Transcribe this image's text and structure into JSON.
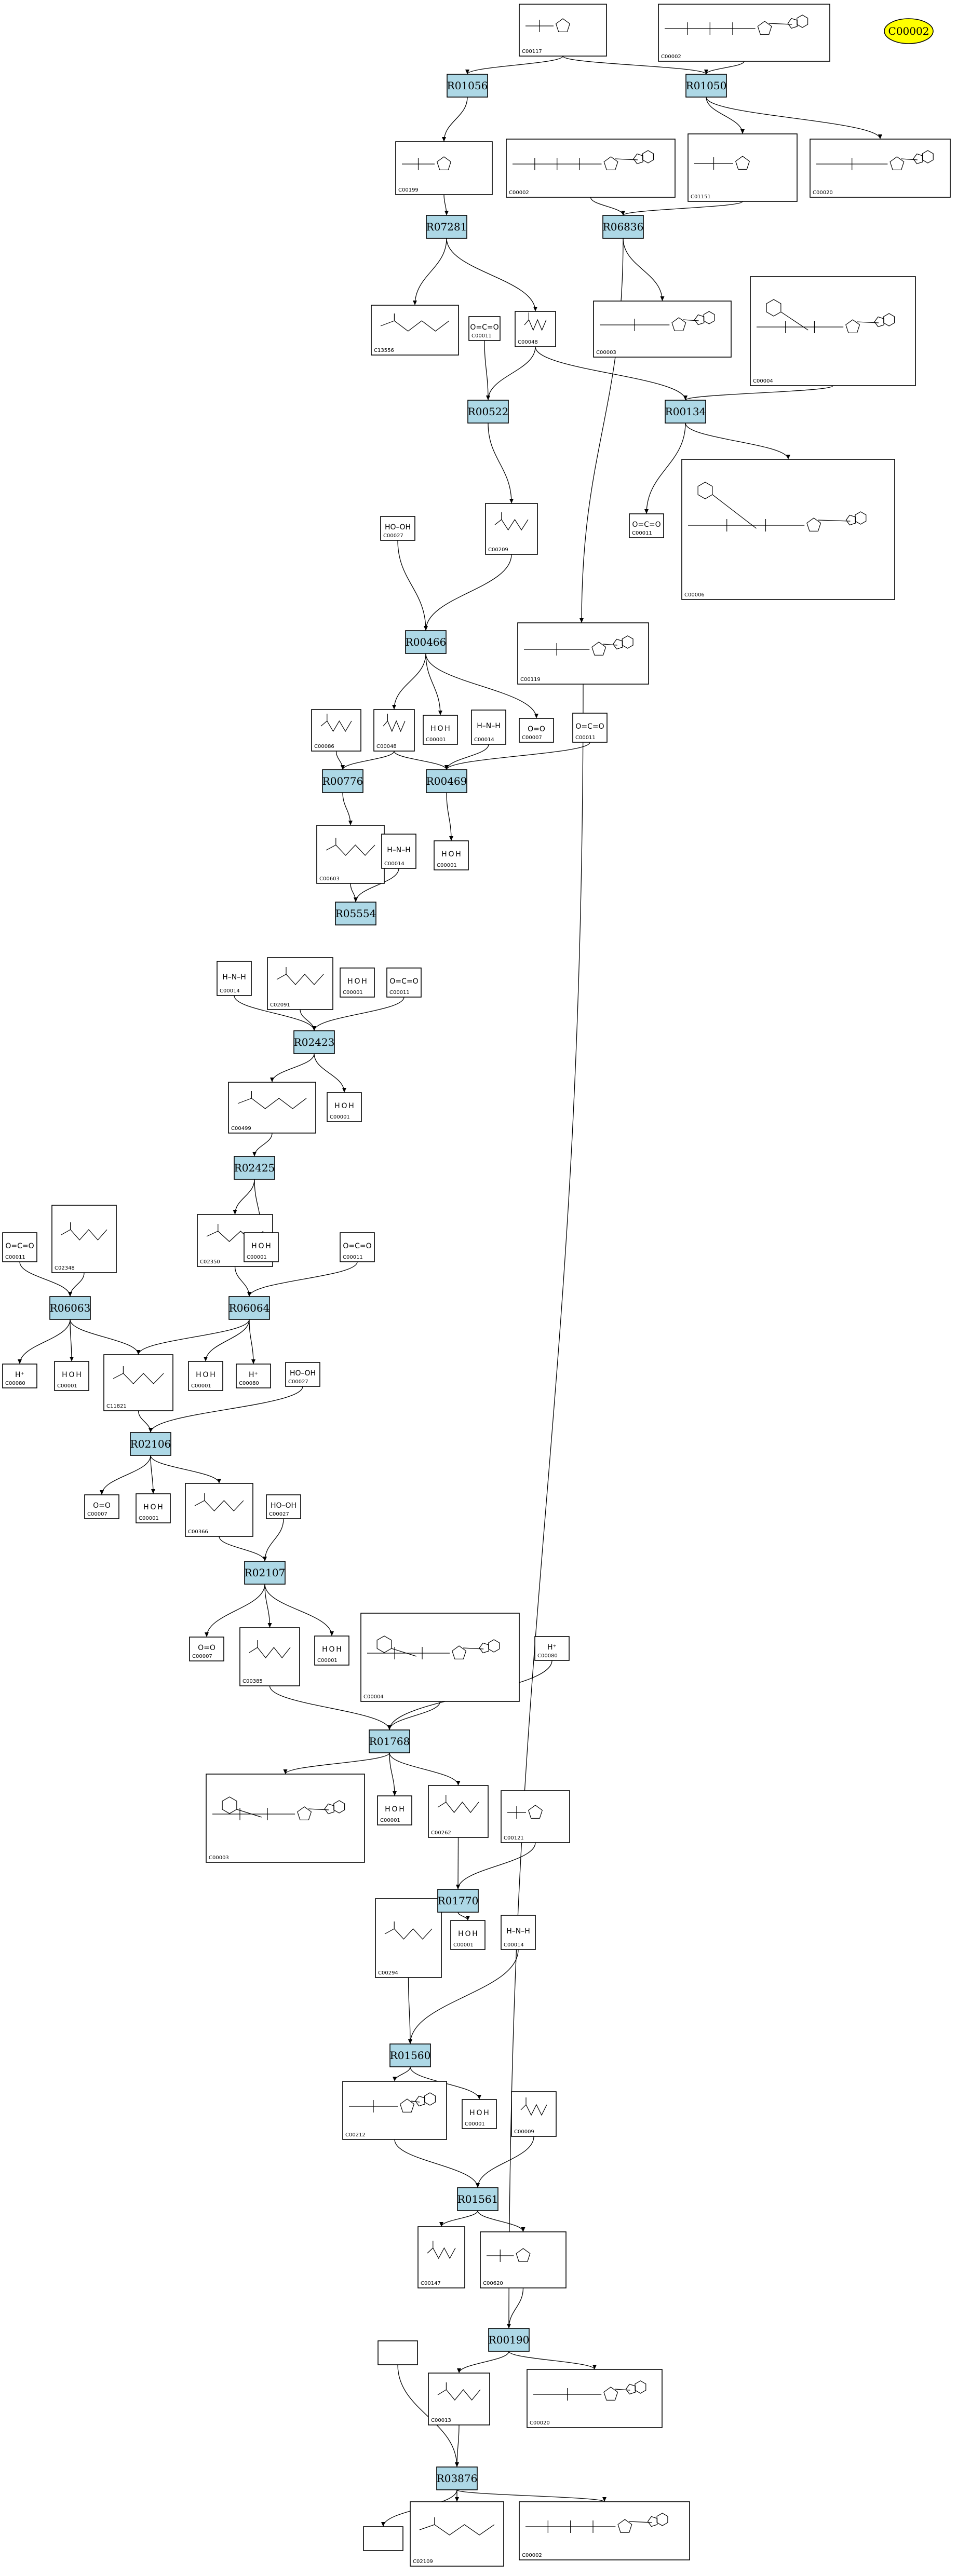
{
  "reactions": [
    {
      "id": "r00056",
      "label": "R01056"
    },
    {
      "id": "r01050",
      "label": "R01050"
    },
    {
      "id": "r07281",
      "label": "R07281"
    },
    {
      "id": "r06836",
      "label": "R06836"
    },
    {
      "id": "r00522",
      "label": "R00522"
    },
    {
      "id": "r00134",
      "label": "R00134"
    },
    {
      "id": "r00466",
      "label": "R00466"
    },
    {
      "id": "r00776",
      "label": "R00776"
    },
    {
      "id": "r00469",
      "label": "R00469"
    },
    {
      "id": "r05554",
      "label": "R05554"
    },
    {
      "id": "r02423",
      "label": "R02423"
    },
    {
      "id": "r02425",
      "label": "R02425"
    },
    {
      "id": "r06063",
      "label": "R06063"
    },
    {
      "id": "r06064",
      "label": "R06064"
    },
    {
      "id": "r02106",
      "label": "R02106"
    },
    {
      "id": "r02107",
      "label": "R02107"
    },
    {
      "id": "r01768",
      "label": "R01768"
    },
    {
      "id": "r01770",
      "label": "R01770"
    },
    {
      "id": "r01560",
      "label": "R01560"
    },
    {
      "id": "r01561",
      "label": "R01561"
    },
    {
      "id": "r00190",
      "label": "R00190"
    },
    {
      "id": "r03876",
      "label": "R03876"
    }
  ],
  "compounds": [
    {
      "id": "c00117",
      "label": "C00117"
    },
    {
      "id": "c00002a",
      "label": "C00002"
    },
    {
      "id": "c00199",
      "label": "C00199"
    },
    {
      "id": "c00002b",
      "label": "C00002"
    },
    {
      "id": "c01151",
      "label": "C01151"
    },
    {
      "id": "c00020a",
      "label": "C00020"
    },
    {
      "id": "c13556",
      "label": "C13556"
    },
    {
      "id": "c00011a",
      "label": "C00011"
    },
    {
      "id": "c00048a",
      "label": "C00048"
    },
    {
      "id": "c00003a",
      "label": "C00003"
    },
    {
      "id": "c00004a",
      "label": "C00004"
    },
    {
      "id": "c00011b",
      "label": "C00011"
    },
    {
      "id": "c00006",
      "label": "C00006"
    },
    {
      "id": "c00209",
      "label": "C00209"
    },
    {
      "id": "c00027a",
      "label": "C00027"
    },
    {
      "id": "c00119",
      "label": "C00119"
    },
    {
      "id": "c00086",
      "label": "C00086"
    },
    {
      "id": "c00048b",
      "label": "C00048"
    },
    {
      "id": "c00001a",
      "label": "C00001"
    },
    {
      "id": "c00014a",
      "label": "C00014"
    },
    {
      "id": "c00007a",
      "label": "C00007"
    },
    {
      "id": "c00011c",
      "label": "C00011"
    },
    {
      "id": "c00603",
      "label": "C00603"
    },
    {
      "id": "c00014b",
      "label": "C00014"
    },
    {
      "id": "c00001b",
      "label": "C00001"
    },
    {
      "id": "c00014c",
      "label": "C00014"
    },
    {
      "id": "c02091",
      "label": "C02091"
    },
    {
      "id": "c00001c",
      "label": "C00001"
    },
    {
      "id": "c00011d",
      "label": "C00011"
    },
    {
      "id": "c00499",
      "label": "C00499"
    },
    {
      "id": "c00001d",
      "label": "C00001"
    },
    {
      "id": "c00011e",
      "label": "C00011"
    },
    {
      "id": "c02348",
      "label": "C02348"
    },
    {
      "id": "c02350",
      "label": "C02350"
    },
    {
      "id": "c00001e",
      "label": "C00001"
    },
    {
      "id": "c00011f",
      "label": "C00011"
    },
    {
      "id": "c00080a",
      "label": "C00080"
    },
    {
      "id": "c00001f",
      "label": "C00001"
    },
    {
      "id": "c11821",
      "label": "C11821"
    },
    {
      "id": "c00001g",
      "label": "C00001"
    },
    {
      "id": "c00080b",
      "label": "C00080"
    },
    {
      "id": "c00027b",
      "label": "C00027"
    },
    {
      "id": "c00007b",
      "label": "C00007"
    },
    {
      "id": "c00001h",
      "label": "C00001"
    },
    {
      "id": "c00366",
      "label": "C00366"
    },
    {
      "id": "c00027c",
      "label": "C00027"
    },
    {
      "id": "c00007c",
      "label": "C00007"
    },
    {
      "id": "c00385",
      "label": "C00385"
    },
    {
      "id": "c00001i",
      "label": "C00001"
    },
    {
      "id": "c00004b",
      "label": "C00004"
    },
    {
      "id": "c00080c",
      "label": "C00080"
    },
    {
      "id": "c00003b",
      "label": "C00003"
    },
    {
      "id": "c00001j",
      "label": "C00001"
    },
    {
      "id": "c00262",
      "label": "C00262"
    },
    {
      "id": "c00121",
      "label": "C00121"
    },
    {
      "id": "c00294",
      "label": "C00294"
    },
    {
      "id": "c00001k",
      "label": "C00001"
    },
    {
      "id": "c00014d",
      "label": "C00014"
    },
    {
      "id": "c00212",
      "label": "C00212"
    },
    {
      "id": "c00001l",
      "label": "C00001"
    },
    {
      "id": "c00009",
      "label": "C00009"
    },
    {
      "id": "c00147",
      "label": "C00147"
    },
    {
      "id": "c00620",
      "label": "C00620"
    },
    {
      "id": "c00013",
      "label": "C00013"
    },
    {
      "id": "c00020b",
      "label": "C00020"
    },
    {
      "id": "c02109",
      "label": "C02109"
    },
    {
      "id": "c00002c",
      "label": "C00002"
    }
  ],
  "special": {
    "yellow_label": "C00002",
    "o_eq_c_eq_o": "O=C=O",
    "o_eq_o": "O=O",
    "h2o": "H O H",
    "h_plus": "H⁺",
    "ho_oh": "HO–OH",
    "nh3": "H–N–H"
  },
  "colors": {
    "reaction_fill": "#add8e6",
    "yellow_fill": "#ffff00"
  }
}
